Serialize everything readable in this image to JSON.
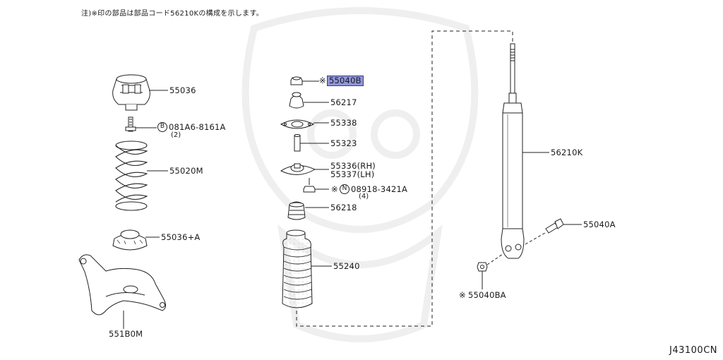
{
  "note": "注)※印の部品は部品コード56210Kの構成を示します。",
  "diagram_code": "J43100CN",
  "ref_mark": "※",
  "labels": {
    "p55036": "55036",
    "bolt_code": "081A6-8161A",
    "bolt_qty": "(2)",
    "p55020m": "55020M",
    "p55036a": "55036+A",
    "p551b0m": "551B0M",
    "p55040b": "55040B",
    "p56217": "56217",
    "p55338": "55338",
    "p55323": "55323",
    "p55336": "55336(RH)",
    "p55337": "55337(LH)",
    "nut_code": "08918-3421A",
    "nut_qty": "(4)",
    "p56218": "56218",
    "p55240": "55240",
    "p56210k": "56210K",
    "p55040a": "55040A",
    "p55040ba": "55040BA"
  },
  "symbols": {
    "bolt": "B",
    "nut": "N"
  }
}
